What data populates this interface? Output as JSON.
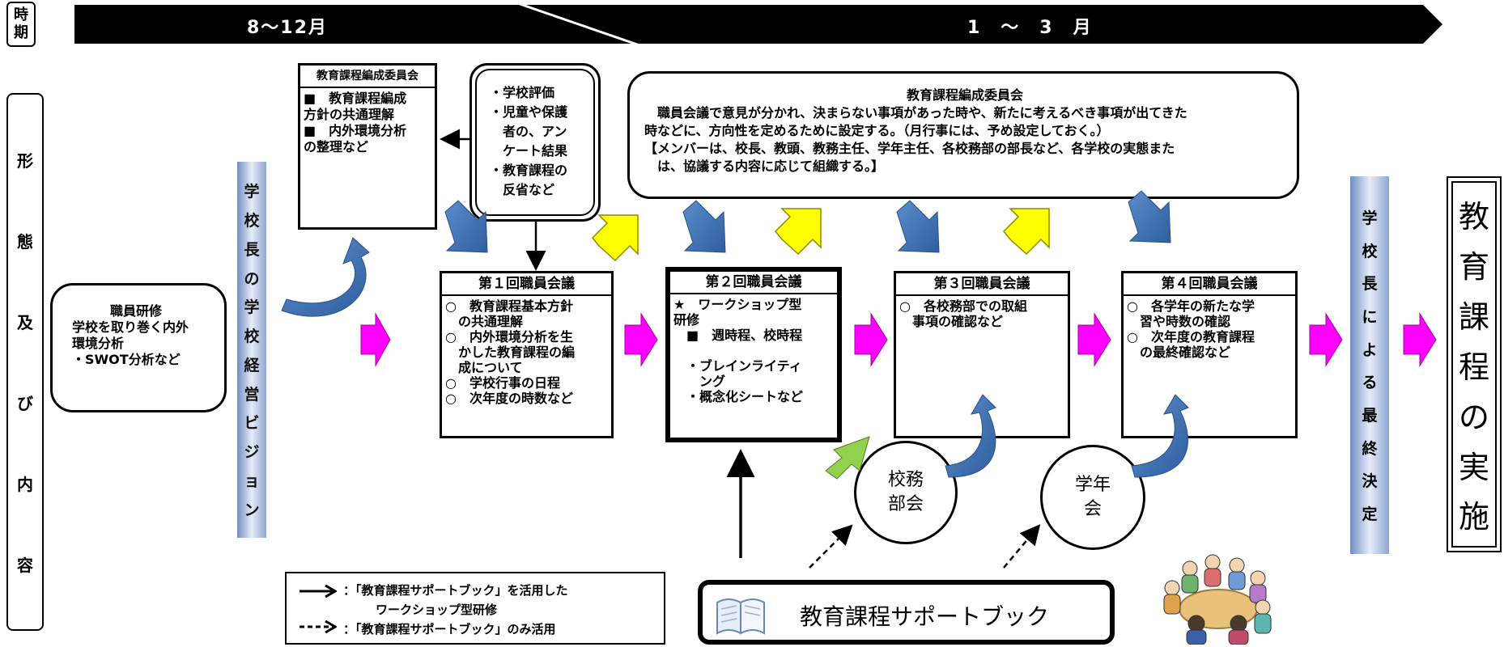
{
  "timeline": {
    "label": [
      "時",
      "期"
    ],
    "period1": "8〜12月",
    "period2": "1　〜　3　月"
  },
  "side_label": [
    "形",
    "態",
    "及",
    "び",
    "内",
    "容"
  ],
  "staff_training": {
    "title": "職員研修",
    "lines": [
      "学校を取り巻く内外",
      "環境分析",
      "・SWOT分析など"
    ]
  },
  "principal_vision": [
    "学",
    "校",
    "長",
    "の",
    "学",
    "校",
    "経",
    "営",
    "ビ",
    "ジ",
    "ョ",
    "ン"
  ],
  "committee_small": {
    "title": "教育課程編成委員会",
    "lines": [
      "■　教育課程編成",
      "方針の共通理解",
      "■　内外環境分析",
      "の整理など"
    ]
  },
  "evaluation_box": {
    "lines": [
      "・学校評価",
      "・児童や保護",
      "者の、アン",
      "ケート結果",
      "・教育課程の",
      "反省など"
    ]
  },
  "committee_big": {
    "title": "教育課程編成委員会",
    "lines": [
      "職員会議で意見が分かれ、決まらない事項があった時や、新たに考えるべき事項が出てきた",
      "時などに、方向性を定めるために設定する。（月行事には、予め設定しておく。）",
      "【メンバーは、校長、教頭、教務主任、学年主任、各校務部の部長など、各学校の実態また",
      "は、協議する内容に応じて組織する。】"
    ]
  },
  "meetings": [
    {
      "title": "第１回職員会議",
      "lines": [
        "○　教育課程基本方針",
        "の共通理解",
        "○　内外環境分析を生",
        "かした教育課程の編",
        "成について",
        "○　学校行事の日程",
        "○　次年度の時数など"
      ]
    },
    {
      "title": "第２回職員会議",
      "lines": [
        "★　ワークショップ型",
        "研修",
        "■　週時程、校時程",
        "",
        "・ブレインライティ",
        "ング",
        "・概念化シートなど"
      ]
    },
    {
      "title": "第３回職員会議",
      "lines": [
        "○　各校務部での取組",
        "事項の確認など"
      ]
    },
    {
      "title": "第４回職員会議",
      "lines": [
        "○　各学年の新たな学",
        "習や時数の確認",
        "○　次年度の教育課程",
        "の最終確認など"
      ]
    }
  ],
  "circles": {
    "school_affairs": [
      "校務",
      "部会"
    ],
    "grade": [
      "学年",
      "会"
    ]
  },
  "final_decision": [
    "学",
    "校",
    "長",
    "に",
    "よ",
    "る",
    "最",
    "終",
    "決",
    "定"
  ],
  "implementation": [
    "教",
    "育",
    "課",
    "程",
    "の",
    "実",
    "施"
  ],
  "legend": {
    "solid_lines": [
      "：「教育課程サポートブック」を活用した",
      "ワークショップ型研修"
    ],
    "dashed_line": "：「教育課程サポートブック」のみ活用"
  },
  "support_book": "教育課程サポートブック",
  "colors": {
    "timeline": "#000000",
    "vision_fill_top": "#7b96c9",
    "vision_fill_bottom": "#e9eef8",
    "magenta_arrow": "#ff00ff",
    "yellow_arrow": "#ffff00",
    "blue_arrow": "#4a7ebb",
    "green_arrow": "#92d050"
  }
}
